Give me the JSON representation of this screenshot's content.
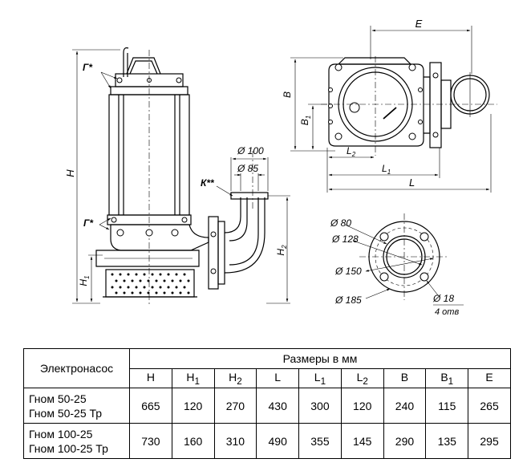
{
  "drawing": {
    "side_view": {
      "labels": {
        "g_top": "Г*",
        "g_mid": "Г*",
        "k": "К**",
        "d100": "Ø 100",
        "d85": "Ø 85",
        "H": "H",
        "H1": "H",
        "H1_sub": "1",
        "H2": "H",
        "H2_sub": "2"
      }
    },
    "top_view": {
      "labels": {
        "E": "E",
        "B": "B",
        "B1": "B",
        "B1_sub": "1",
        "L2": "L",
        "L2_sub": "2",
        "L1": "L",
        "L1_sub": "1",
        "L": "L"
      }
    },
    "flange_view": {
      "labels": {
        "d80": "Ø 80",
        "d128": "Ø 128",
        "d150": "Ø 150",
        "d185": "Ø 185",
        "d18": "Ø 18",
        "holes": "4 отв"
      }
    }
  },
  "table": {
    "pump_header": "Электронасос",
    "dims_header": "Размеры в мм",
    "columns": [
      {
        "main": "H",
        "sub": ""
      },
      {
        "main": "H",
        "sub": "1"
      },
      {
        "main": "H",
        "sub": "2"
      },
      {
        "main": "L",
        "sub": ""
      },
      {
        "main": "L",
        "sub": "1"
      },
      {
        "main": "L",
        "sub": "2"
      },
      {
        "main": "B",
        "sub": ""
      },
      {
        "main": "B",
        "sub": "1"
      },
      {
        "main": "E",
        "sub": ""
      }
    ],
    "rows": [
      {
        "models": [
          "Гном 50-25",
          "Гном 50-25 Тр"
        ],
        "values": [
          "665",
          "120",
          "270",
          "430",
          "300",
          "120",
          "240",
          "115",
          "265"
        ]
      },
      {
        "models": [
          "Гном 100-25",
          "Гном 100-25 Тр"
        ],
        "values": [
          "730",
          "160",
          "310",
          "490",
          "355",
          "145",
          "290",
          "135",
          "295"
        ]
      }
    ]
  }
}
